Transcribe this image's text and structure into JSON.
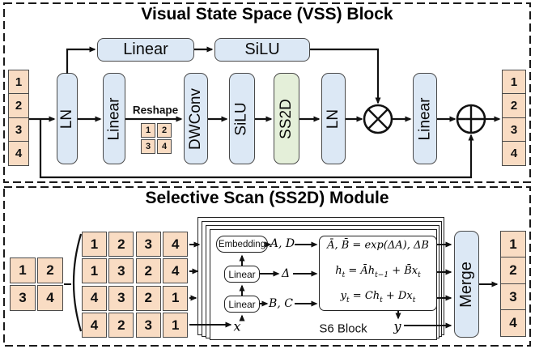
{
  "colors": {
    "peach": "#f9dcc3",
    "blue": "#dce8f5",
    "green": "#e4efd9",
    "box_border": "#4a4a4a",
    "line": "#111111"
  },
  "vss": {
    "title": "Visual State Space (VSS) Block",
    "input_tokens": [
      "1",
      "2",
      "3",
      "4"
    ],
    "output_tokens": [
      "1",
      "2",
      "3",
      "4"
    ],
    "branch": {
      "linear": "Linear",
      "silu": "SiLU"
    },
    "blocks": {
      "ln1": "LN",
      "linear1": "Linear",
      "dwconv": "DWConv",
      "silu": "SiLU",
      "ss2d": "SS2D",
      "ln2": "LN",
      "linear2": "Linear"
    },
    "reshape": {
      "label": "Reshape",
      "cells": [
        "1",
        "2",
        "3",
        "4"
      ]
    },
    "ops": {
      "multiply": "⊗",
      "add": "⊕"
    }
  },
  "ss2d": {
    "title": "Selective Scan (SS2D) Module",
    "input_grid": [
      "1",
      "2",
      "3",
      "4"
    ],
    "scan_rows": [
      [
        "1",
        "2",
        "3",
        "4"
      ],
      [
        "1",
        "3",
        "2",
        "4"
      ],
      [
        "4",
        "3",
        "2",
        "1"
      ],
      [
        "4",
        "2",
        "3",
        "1"
      ]
    ],
    "s6": {
      "label": "S6 Block",
      "embedding": "Embedding",
      "linear_top": "Linear",
      "linear_bottom": "Linear",
      "out_ad": "A, D",
      "out_delta": "Δ",
      "out_bc": "B, C",
      "input_var": "x",
      "output_var": "y",
      "eq1": "Ā, B̄ = exp(ΔA), ΔB",
      "eq2": {
        "p1": "h",
        "s1": "t",
        "p2": " = Āh",
        "s2": "t−1",
        "p3": " + B̄x",
        "s3": "t"
      },
      "eq3": {
        "p1": "y",
        "s1": "t",
        "p2": " = Ch",
        "s2": "t",
        "p3": " + Dx",
        "s3": "t"
      }
    },
    "merge_label": "Merge",
    "output_tokens": [
      "1",
      "2",
      "3",
      "4"
    ]
  }
}
